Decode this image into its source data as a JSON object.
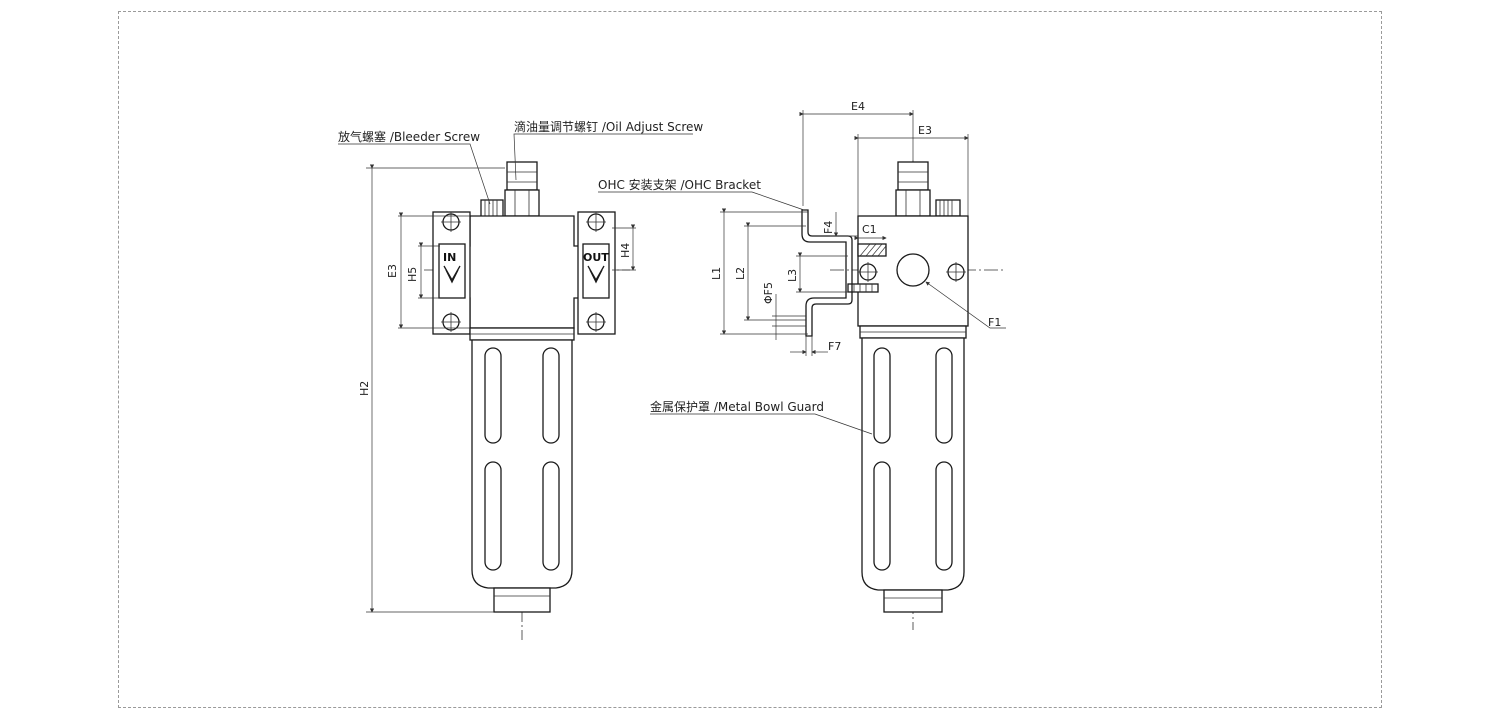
{
  "labels": {
    "bleeder_screw": "放气螺塞 /Bleeder Screw",
    "oil_adjust_screw": "滴油量调节螺钉 /Oil Adjust Screw",
    "ohc_bracket": "OHC 安装支架 /OHC Bracket",
    "metal_bowl_guard": "金属保护罩 /Metal Bowl Guard"
  },
  "ports": {
    "in": "IN",
    "out": "OUT"
  },
  "dimensions": {
    "e3_left": "E3",
    "h5": "H5",
    "h4": "H4",
    "h2": "H2",
    "e4": "E4",
    "e3_right": "E3",
    "f4": "F4",
    "c1": "C1",
    "l1": "L1",
    "l2": "L2",
    "l3": "L3",
    "phi_f5": "ΦF5",
    "f7": "F7",
    "f1": "F1"
  }
}
